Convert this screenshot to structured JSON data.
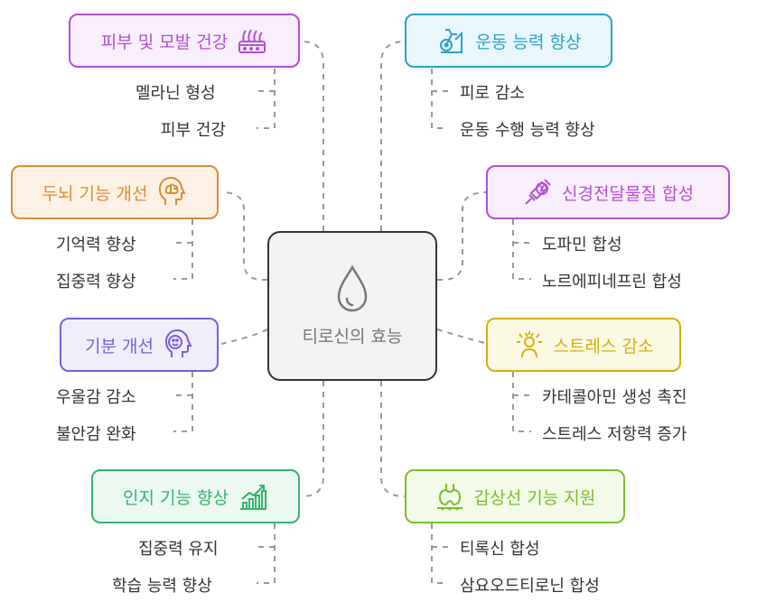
{
  "center": {
    "title": "티로신의 효능",
    "icon": "water-drop-icon"
  },
  "branches": [
    {
      "id": "skin",
      "label": "피부 및 모발 건강",
      "icon": "skin-hair-icon",
      "color": "#b24fd8",
      "items": [
        "멜라닌 형성",
        "피부 건강"
      ]
    },
    {
      "id": "brain",
      "label": "두뇌 기능 개선",
      "icon": "brain-head-icon",
      "color": "#e08a34",
      "items": [
        "기억력 향상",
        "집중력 향상"
      ]
    },
    {
      "id": "mood",
      "label": "기분 개선",
      "icon": "smile-head-icon",
      "color": "#7a5ed8",
      "items": [
        "우울감 감소",
        "불안감 완화"
      ]
    },
    {
      "id": "cognition",
      "label": "인지 기능 향상",
      "icon": "growth-chart-icon",
      "color": "#36b36b",
      "items": [
        "집중력 유지",
        "학습 능력 향상"
      ]
    },
    {
      "id": "exercise",
      "label": "운동 능력 향상",
      "icon": "exercise-bike-icon",
      "color": "#2aa3c9",
      "items": [
        "피로 감소",
        "운동 수행 능력 향상"
      ]
    },
    {
      "id": "neuro",
      "label": "신경전달물질 합성",
      "icon": "dna-syringe-icon",
      "color": "#b24fd8",
      "items": [
        "도파민 합성",
        "노르에피네프린 합성"
      ]
    },
    {
      "id": "stress",
      "label": "스트레스 감소",
      "icon": "stress-person-icon",
      "color": "#d4b012",
      "items": [
        "카테콜아민 생성 촉진",
        "스트레스 저항력 증가"
      ]
    },
    {
      "id": "thyroid",
      "label": "갑상선 기능 지원",
      "icon": "thyroid-gland-icon",
      "color": "#7bbf2a",
      "items": [
        "티록신 합성",
        "삼요오드티로닌 합성"
      ]
    }
  ]
}
